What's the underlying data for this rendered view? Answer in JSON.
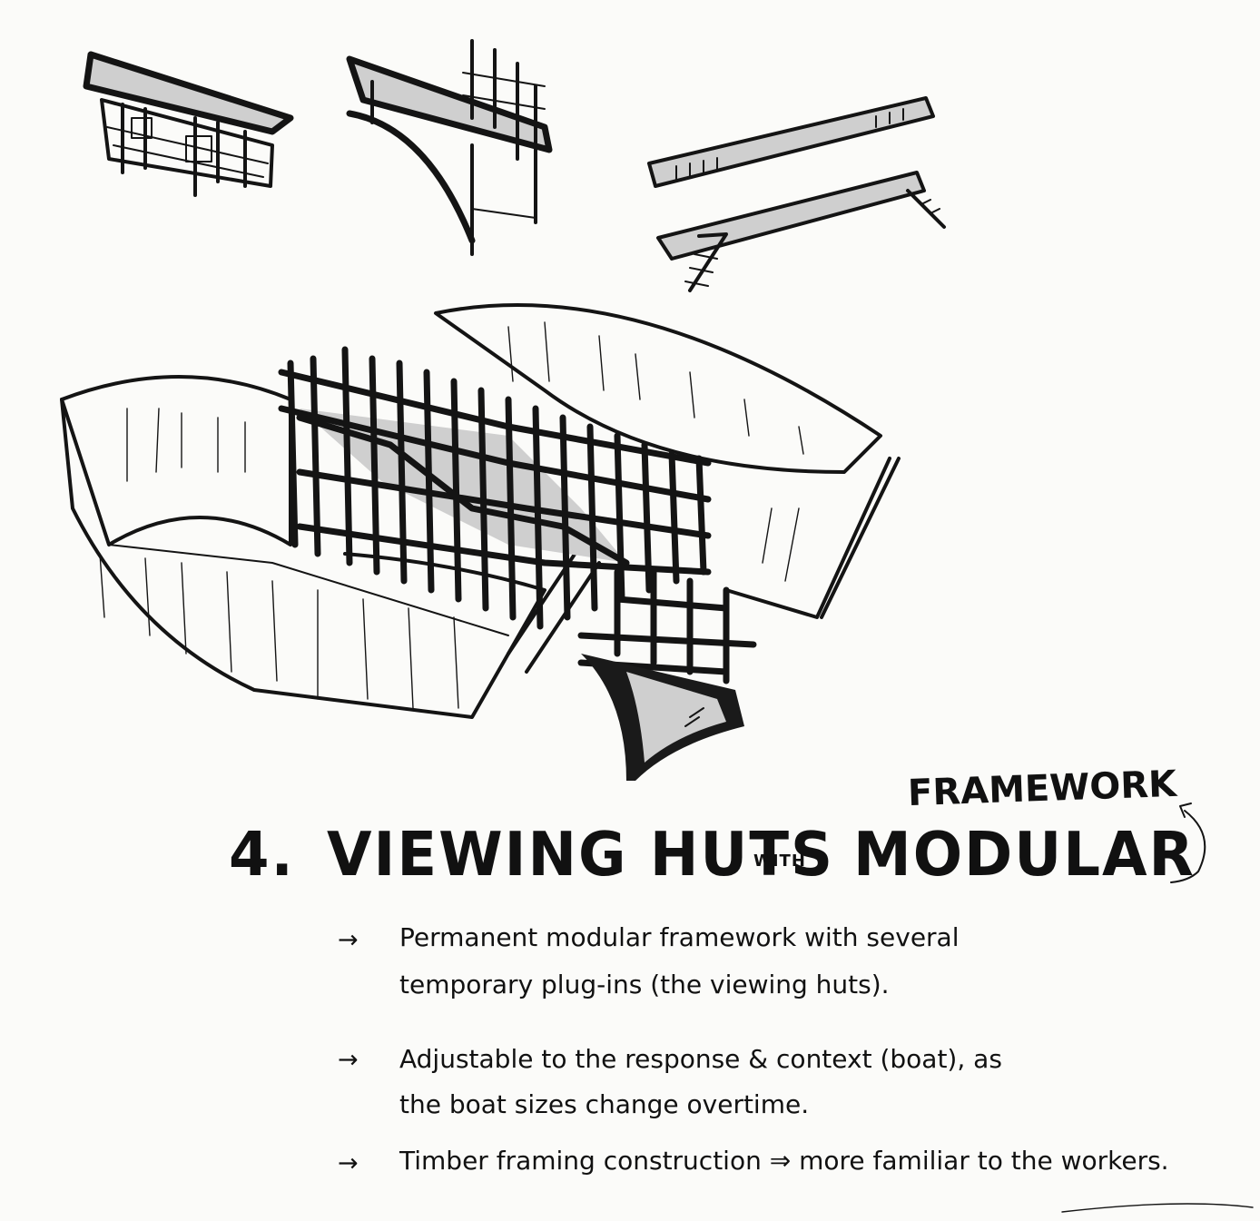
{
  "heading": {
    "number": "4.",
    "part1": "VIEWING HUTS",
    "connector": "WITH",
    "part2": "MODULAR",
    "insertion": "FRAMEWORK"
  },
  "bullet_symbol": "→",
  "notes": [
    {
      "line1": "Permanent modular framework with several",
      "line2": "temporary plug-ins (the viewing huts)."
    },
    {
      "line1": "Adjustable to the response & context (boat), as",
      "line2": "the boat sizes change overtime."
    },
    {
      "line1": "Timber framing construction ⇒ more familiar to the workers."
    }
  ],
  "colors": {
    "ink": "#141414",
    "paper": "#fbfbf9",
    "tone": "#cfcfcf"
  }
}
